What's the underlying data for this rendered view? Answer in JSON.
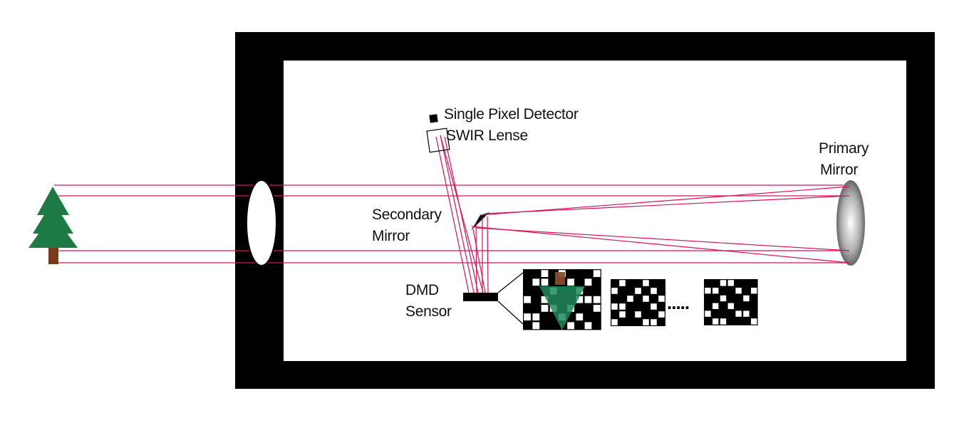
{
  "labels": {
    "detector": "Single Pixel Detector",
    "lens": "SWIR Lense",
    "primary_line1": "Primary",
    "primary_line2": "Mirror",
    "secondary_line1": "Secondary",
    "secondary_line2": "Mirror",
    "dmd_line1": "DMD",
    "dmd_line2": "Sensor",
    "ellipsis": "....."
  },
  "colors": {
    "housing": "#000000",
    "ray": "#d4145a",
    "tree_foliage": "#1e7a45",
    "tree_trunk": "#7b3a1c",
    "dmd_tree_foliage": "#1f8a5a",
    "dmd_tree_trunk": "#8b4a2a"
  },
  "icons": {
    "scene_object": "pine-tree-icon",
    "entrance_lens": "lens-ellipse-icon"
  },
  "dmd_patterns": [
    {
      "name": "pattern-1-with-scene",
      "cols": 9,
      "rows": 7,
      "cells": [
        "001010001",
        "011001010",
        "000100100",
        "101000111",
        "001101001",
        "110010100",
        "010001010"
      ]
    },
    {
      "name": "pattern-2",
      "cols": 7,
      "rows": 6,
      "cells": [
        "0100100",
        "1001010",
        "0010101",
        "1100010",
        "0101001",
        "1000110"
      ]
    },
    {
      "name": "pattern-n",
      "cols": 7,
      "rows": 6,
      "cells": [
        "0011000",
        "1100101",
        "0010010",
        "0101000",
        "1000110",
        "0110001"
      ]
    }
  ]
}
